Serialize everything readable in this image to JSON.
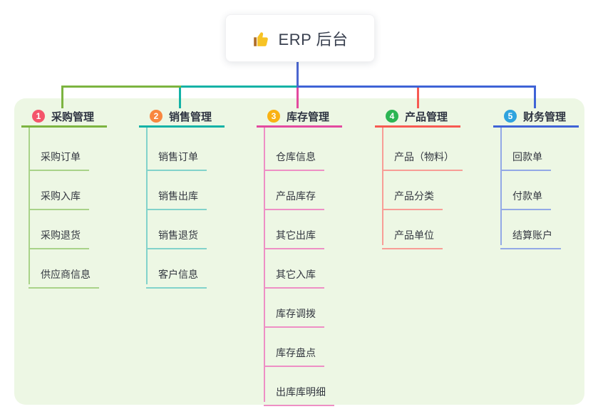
{
  "root": {
    "label": "ERP 后台",
    "icon": "thumbs-up"
  },
  "panel": {
    "background": "#edf7e4"
  },
  "connector": {
    "root_color": "#4b66d0"
  },
  "branches": [
    {
      "index": "1",
      "label": "采购管理",
      "badge_color": "#f4556b",
      "line_color": "#7cb440",
      "child_line_color": "#a9d389",
      "children": [
        "采购订单",
        "采购入库",
        "采购退货",
        "供应商信息"
      ]
    },
    {
      "index": "2",
      "label": "销售管理",
      "badge_color": "#f9873f",
      "line_color": "#13b2a6",
      "child_line_color": "#82d3cb",
      "children": [
        "销售订单",
        "销售出库",
        "销售退货",
        "客户信息"
      ]
    },
    {
      "index": "3",
      "label": "库存管理",
      "badge_color": "#f9b213",
      "line_color": "#e34a9f",
      "child_line_color": "#ee8fc5",
      "children": [
        "仓库信息",
        "产品库存",
        "其它出库",
        "其它入库",
        "库存调拨",
        "库存盘点",
        "出库库明细"
      ]
    },
    {
      "index": "4",
      "label": "产品管理",
      "badge_color": "#2cb553",
      "line_color": "#f75a52",
      "child_line_color": "#f89d96",
      "children": [
        "产品（物料）",
        "产品分类",
        "产品单位"
      ]
    },
    {
      "index": "5",
      "label": "财务管理",
      "badge_color": "#2fa3de",
      "line_color": "#3f63d6",
      "child_line_color": "#93a9e6",
      "children": [
        "回款单",
        "付款单",
        "结算账户"
      ]
    }
  ]
}
